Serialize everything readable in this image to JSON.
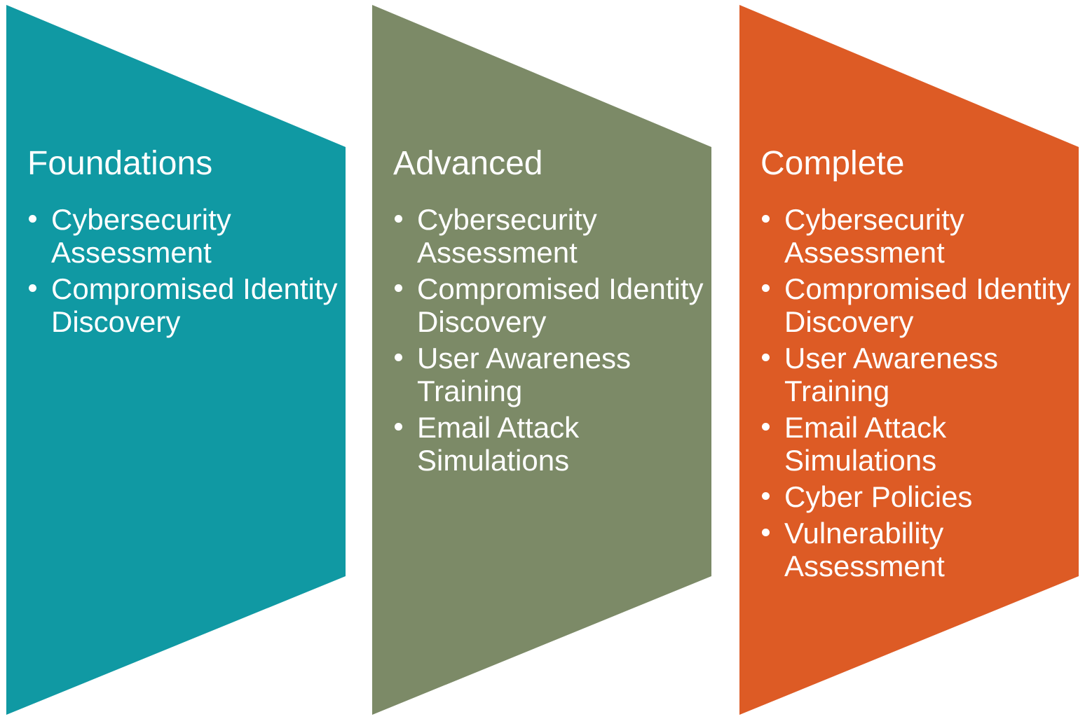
{
  "background": "#ffffff",
  "text_color": "#ffffff",
  "panels": [
    {
      "id": "foundations",
      "title": "Foundations",
      "color": "#1099A3",
      "items": [
        "Cybersecurity Assessment",
        "Compromised Identity Discovery"
      ]
    },
    {
      "id": "advanced",
      "title": "Advanced",
      "color": "#7C8A67",
      "items": [
        "Cybersecurity Assessment",
        "Compromised Identity Discovery",
        "User Awareness Training",
        "Email Attack Simulations"
      ]
    },
    {
      "id": "complete",
      "title": "Complete",
      "color": "#DD5B25",
      "items": [
        "Cybersecurity Assessment",
        "Compromised Identity Discovery",
        "User Awareness Training",
        "Email Attack Simulations",
        "Cyber Policies",
        "Vulnerability Assessment"
      ]
    }
  ]
}
